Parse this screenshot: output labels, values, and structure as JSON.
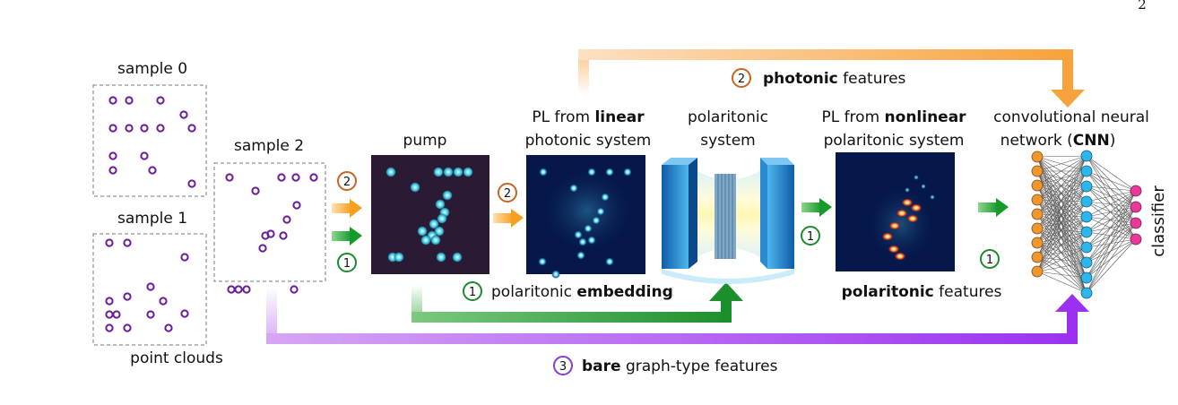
{
  "page_number": "2",
  "labels": {
    "sample0": "sample 0",
    "sample1": "sample 1",
    "sample2": "sample 2",
    "point_clouds": "point clouds",
    "pump": "pump",
    "pl_linear_pre": "PL from ",
    "pl_linear_bold": "linear",
    "pl_linear_line2": "photonic system",
    "polaritonic_line1": "polaritonic",
    "polaritonic_line2": "system",
    "pl_nonlinear_pre": "PL from ",
    "pl_nonlinear_bold": "nonlinear",
    "pl_nonlinear_line2": "polaritonic system",
    "cnn_line1": "convolutional neural",
    "cnn_line2_pre": "network (",
    "cnn_line2_bold": "CNN",
    "cnn_line2_post": ")",
    "classifier": "classifier",
    "polaritonic_features_bold": "polaritonic",
    "polaritonic_features_rest": " features"
  },
  "pathways": [
    {
      "number": "1",
      "bold": "embedding",
      "pre": "polaritonic ",
      "post": "",
      "color": "#1e8a2e"
    },
    {
      "number": "2",
      "bold": "photonic",
      "pre": "",
      "post": " features",
      "color": "#c8641e"
    },
    {
      "number": "3",
      "bold": "bare",
      "pre": "",
      "post": " graph-type features",
      "color": "#8a3ec8"
    }
  ],
  "step_numbers": {
    "one": "1",
    "two": "2"
  },
  "colors": {
    "orange": "#f7a23a",
    "green": "#22a032",
    "purple": "#9b30f0",
    "dot": "#6a1b9a",
    "pump_bg": "#2a1a33",
    "pl_bg": "#06174a",
    "cnn_input": "#f0962e",
    "cnn_hidden": "#2bb6ec",
    "cnn_output": "#e8399a"
  }
}
